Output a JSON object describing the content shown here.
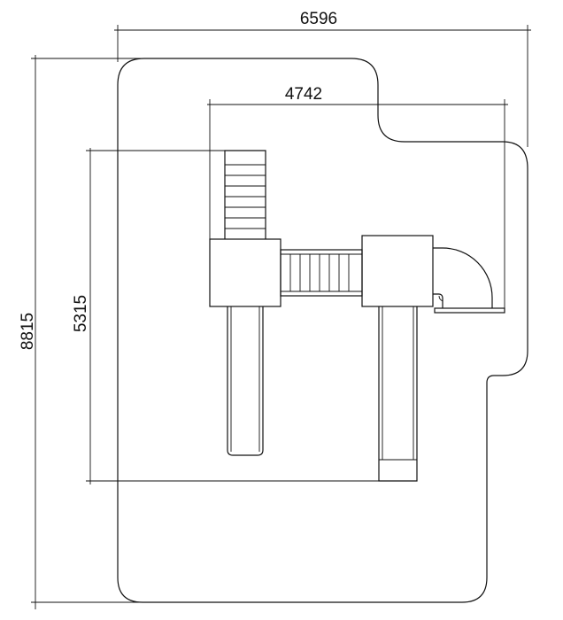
{
  "drawing": {
    "dimensions": {
      "overall_width": "6596",
      "overall_height": "8815",
      "structure_width": "4742",
      "structure_height": "5315"
    }
  }
}
